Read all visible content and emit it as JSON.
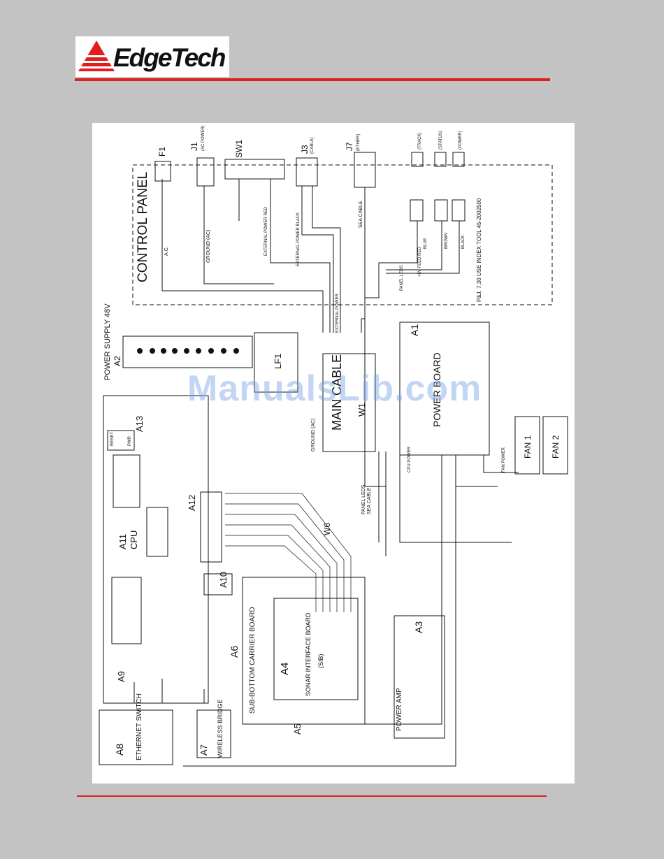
{
  "header": {
    "brand": "EdgeTech",
    "accent_color": "#e01e1e"
  },
  "watermark": {
    "text": "ManualsLib.com"
  },
  "diagram": {
    "control_panel": {
      "title": "CONTROL PANEL",
      "note": "P&J, 7,30 USE INDEX TOOL 45-2002500",
      "f1": "F1",
      "j1": "J1",
      "sw1": "SW1",
      "j3": "J3",
      "j7": "J7",
      "j1_sub": "(AC POWER)",
      "j3_sub": "(CABLE)",
      "j7_sub": "(ETHER)",
      "led_power": "(POWER)",
      "led_status": "(STATUS)",
      "led_track": "(TRACK)",
      "wire_ground": "GROUND (AC)",
      "wire_ac": "A.C.",
      "wire_ext_power": "EXTERNAL POWER RED",
      "wire_ext_black": "EXTERNAL POWER BLACK",
      "wire_sea_cable": "SEA CABLE",
      "wire_panel_leds": "PANEL LEDS",
      "wire_5v_red": "+5V FEED RED",
      "wire_blue": "BLUE",
      "wire_brown": "BROWN",
      "wire_black": "BLACK"
    },
    "power_supply": {
      "label": "POWER SUPPLY 48V",
      "ref": "A2"
    },
    "lf1": {
      "label": "LF1"
    },
    "main_cable": {
      "label": "MAIN CABLE",
      "ref": "W1"
    },
    "power_board": {
      "label": "POWER BOARD",
      "ref": "A1"
    },
    "fans": [
      "FAN 1",
      "FAN 2"
    ],
    "a13": {
      "ref": "A13",
      "reset": "RESET",
      "pwr": "PWR"
    },
    "a12": {
      "ref": "A12"
    },
    "a11": {
      "ref": "A11",
      "label": "CPU"
    },
    "a10": {
      "ref": "A10"
    },
    "a9": {
      "ref": "A9"
    },
    "a6": {
      "ref": "A6"
    },
    "a5": {
      "ref": "A5",
      "label": "SUB-BOTTOM CARRIER BOARD"
    },
    "a4": {
      "ref": "A4",
      "label": "SONAR INTERFACE BOARD",
      "sub": "(SIB)"
    },
    "a3": {
      "ref": "A3",
      "label": "POWER AMP"
    },
    "a8": {
      "ref": "A8",
      "label": "ETHERNET SWITCH"
    },
    "a7": {
      "ref": "A7",
      "label": "WIRELESS BRIDGE"
    },
    "w6": {
      "ref": "W6"
    },
    "cables": {
      "ground_ac": "GROUND (AC)",
      "sea_cable": "SEA CABLE",
      "panel_leds": "PANEL LEDS",
      "cpu_power": "CPU POWER",
      "fan_power": "FAN POWER",
      "external_power": "EXTERNAL POWER"
    }
  }
}
